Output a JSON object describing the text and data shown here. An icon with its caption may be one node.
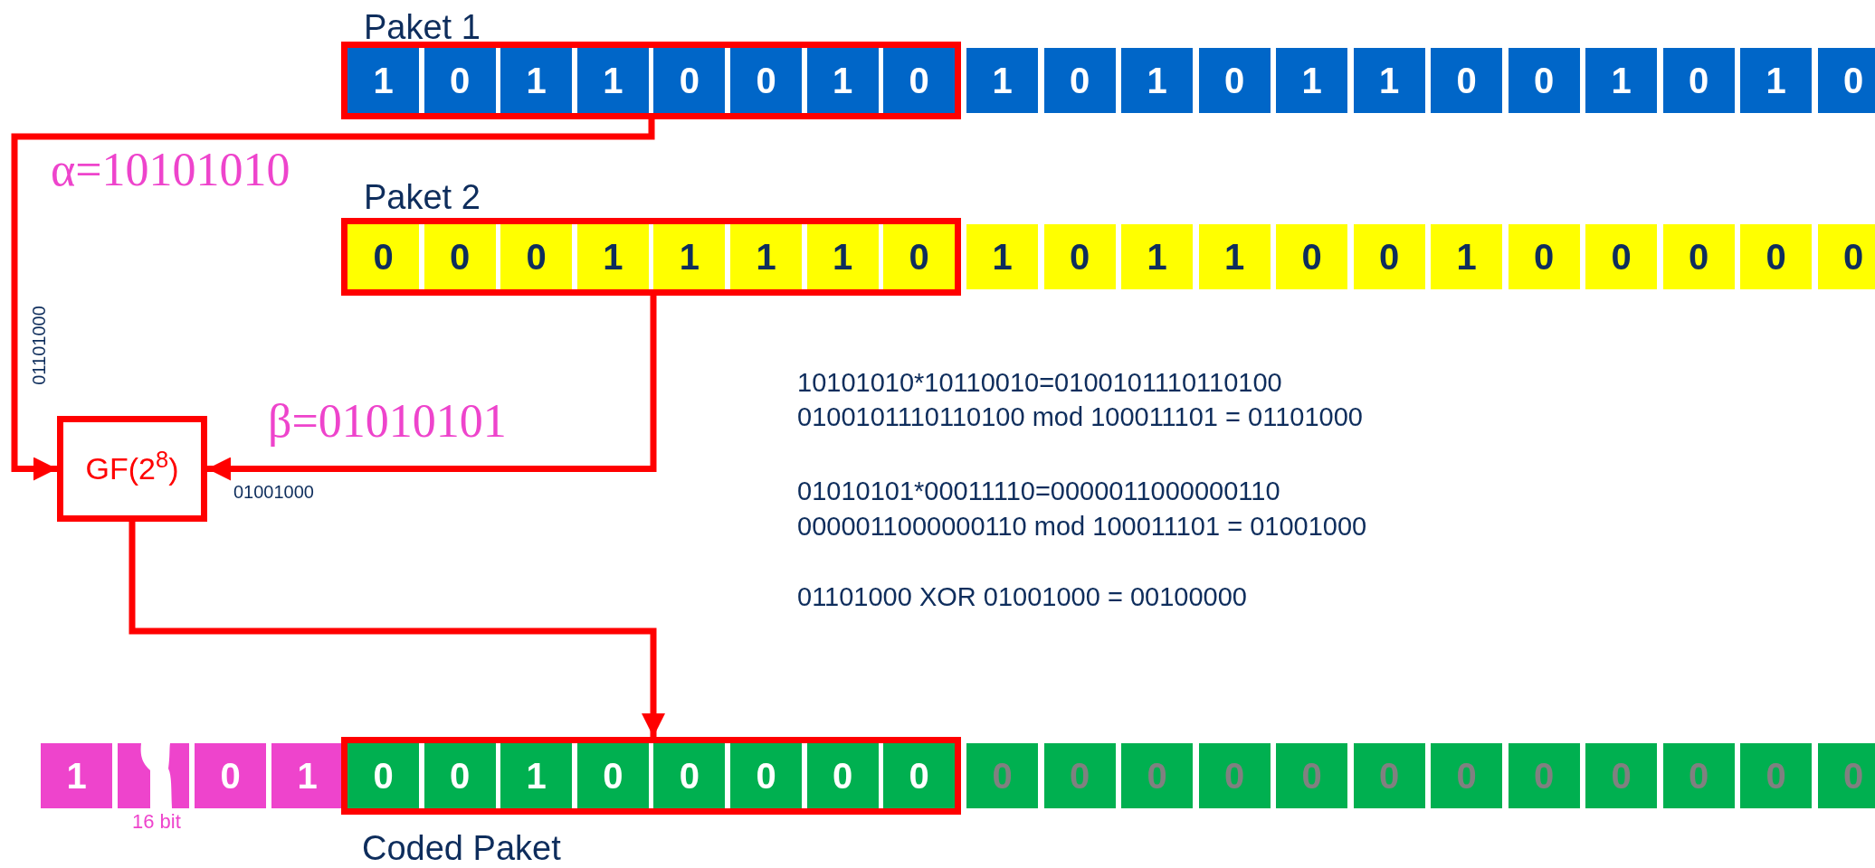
{
  "diagram": {
    "nodes": [
      {
        "text": [],
        "shape": "box"
      },
      {
        "text": [
          "1"
        ],
        "in": 0
      },
      {
        "text": [
          "0"
        ],
        "in": 0
      },
      {
        "text": [
          "1"
        ],
        "in": 0
      },
      {
        "text": [
          "1"
        ],
        "in": 0
      },
      {
        "text": [
          "0"
        ],
        "in": 0
      },
      {
        "text": [
          "0"
        ],
        "in": 0
      },
      {
        "text": [
          "1"
        ],
        "in": 0
      },
      {
        "text": [
          "0"
        ],
        "in": 0
      },
      {
        "text": [
          "1"
        ]
      },
      {
        "text": [
          "0"
        ]
      },
      {
        "text": [
          "1"
        ]
      },
      {
        "text": [
          "0"
        ]
      },
      {
        "text": [
          "1"
        ]
      },
      {
        "text": [
          "1"
        ]
      },
      {
        "text": [
          "0"
        ]
      },
      {
        "text": [
          "0"
        ]
      },
      {
        "text": [
          "1"
        ]
      },
      {
        "text": [
          "0"
        ]
      },
      {
        "text": [
          "1"
        ]
      },
      {
        "text": [
          "0"
        ]
      },
      {
        "text": [],
        "shape": "box"
      },
      {
        "text": [
          "0"
        ],
        "in": 21
      },
      {
        "text": [
          "0"
        ],
        "in": 21
      },
      {
        "text": [
          "0"
        ],
        "in": 21
      },
      {
        "text": [
          "1"
        ],
        "in": 21
      },
      {
        "text": [
          "1"
        ],
        "in": 21
      },
      {
        "text": [
          "1"
        ],
        "in": 21
      },
      {
        "text": [
          "1"
        ],
        "in": 21
      },
      {
        "text": [
          "0"
        ],
        "in": 21
      },
      {
        "text": [
          "1"
        ]
      },
      {
        "text": [
          "0"
        ]
      },
      {
        "text": [
          "1"
        ]
      },
      {
        "text": [
          "1"
        ]
      },
      {
        "text": [
          "0"
        ]
      },
      {
        "text": [
          "0"
        ]
      },
      {
        "text": [
          "1"
        ]
      },
      {
        "text": [
          "0"
        ]
      },
      {
        "text": [
          "0"
        ]
      },
      {
        "text": [
          "0"
        ]
      },
      {
        "text": [
          "0"
        ]
      },
      {
        "text": [
          "0"
        ]
      },
      {
        "text": [
          "GF(2$^{8}$)"
        ]
      },
      {
        "text": [
          "1"
        ]
      },
      {
        "text": [],
        "shape": "box"
      },
      {
        "text": [
          "0"
        ]
      },
      {
        "text": [
          "1"
        ]
      },
      {
        "text": [],
        "shape": "box"
      },
      {
        "text": [
          "0"
        ],
        "in": 47
      },
      {
        "text": [
          "0"
        ],
        "in": 47
      },
      {
        "text": [
          "1"
        ],
        "in": 47
      },
      {
        "text": [
          "0"
        ],
        "in": 47
      },
      {
        "text": [
          "0"
        ],
        "in": 47
      },
      {
        "text": [
          "0"
        ],
        "in": 47
      },
      {
        "text": [
          "0"
        ],
        "in": 47
      },
      {
        "text": [
          "0"
        ],
        "in": 47
      },
      {
        "text": [
          "0"
        ]
      },
      {
        "text": [
          "0"
        ]
      },
      {
        "text": [
          "0"
        ]
      },
      {
        "text": [
          "0"
        ]
      },
      {
        "text": [
          "0"
        ]
      },
      {
        "text": [
          "0"
        ]
      },
      {
        "text": [
          "0"
        ]
      },
      {
        "text": [
          "0"
        ]
      },
      {
        "text": [
          "0"
        ]
      },
      {
        "text": [
          "0"
        ]
      },
      {
        "text": [
          "0"
        ]
      },
      {
        "text": [
          "0"
        ]
      }
    ],
    "edges": [
      {
        "from": 0,
        "to": 42,
        "arrow": "to",
        "label": "α=10101010"
      },
      {
        "from": 21,
        "to": 42,
        "arrow": "to",
        "label": "β=01010101"
      },
      {
        "from": 42,
        "to": 47,
        "arrow": "to"
      }
    ],
    "labels": [
      "Paket 1",
      "Paket 2",
      "01101000",
      "10101010*10110010=0100101110110100",
      "0100101110110100 mod 100011101 = 01101000",
      "01001000",
      "01010101*00011110=0000011000000110",
      "0000011000000110 mod 100011101 = 01001000",
      "01101000 XOR 01001000 = 00100000",
      "16 bit",
      "Coded Paket"
    ]
  }
}
